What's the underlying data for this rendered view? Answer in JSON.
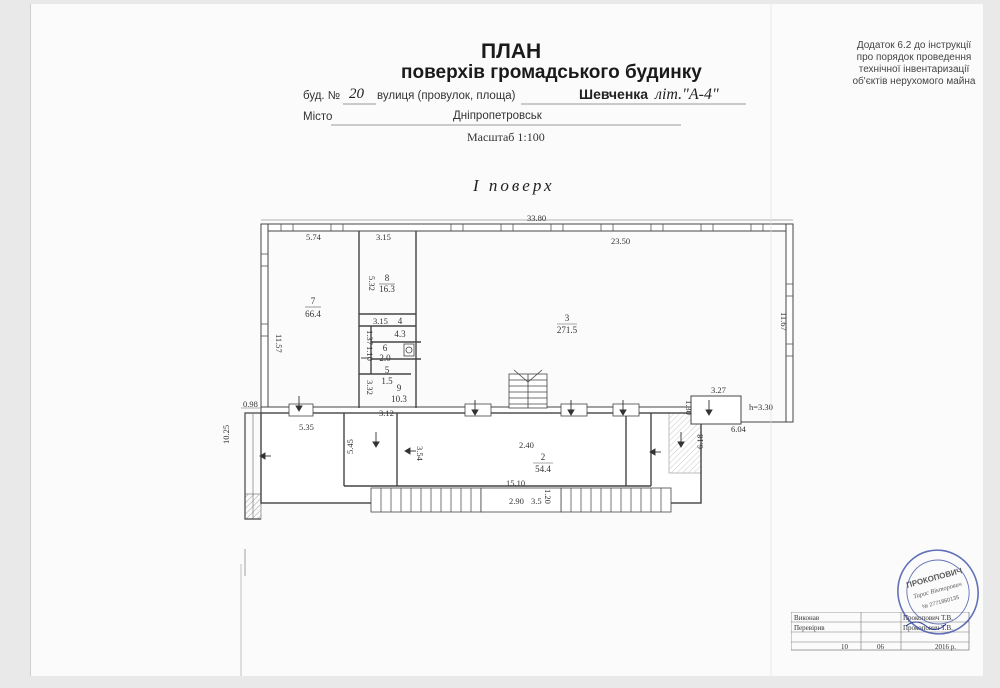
{
  "corner_note": {
    "line1": "Додаток 6.2 до інструкції",
    "line2": "про  порядок проведення",
    "line3": "технічної  інвентаризації",
    "line4": "об'єктів нерухомого майна"
  },
  "title": {
    "line1": "ПЛАН",
    "line2": "поверхів громадського будинку"
  },
  "address": {
    "bud_label": "буд. №",
    "bud_value": "20",
    "street_label": "вулиця (провулок, площа)",
    "street_value": "Шевченка",
    "lit_value": "літ.\"А-4\"",
    "city_label": "Місто",
    "city_value": "Дніпропетровськ",
    "scale": "Масштаб 1:100"
  },
  "floor_label": "I поверх",
  "dimensions": {
    "total_width": "33.80",
    "top_left": "5.74",
    "top_mid": "3.15",
    "top_right": "23.50",
    "left_height": "11.57",
    "right_height": "11.67",
    "room8_h": "5.32",
    "room4_w": "3.15",
    "room4_h": "1.37",
    "room6_h": "1.10",
    "room9_h": "3.32",
    "room9_w": "3.12",
    "left_offset": "0.98",
    "lower_left_w": "5.35",
    "lower_left_h": "10.25",
    "vestibule_h": "5.45",
    "corridor_h": "3.54",
    "corridor_w": "2.40",
    "right_ext_w": "3.27",
    "right_ext_h": "1.30",
    "right_ext_h2": "h=3.30",
    "right_low_w": "6.04",
    "right_low_h": "6.18",
    "bottom_w": "15.10",
    "stair_w": "2.90",
    "stair_mid": "3.5",
    "stair_h": "1.20"
  },
  "rooms": [
    {
      "num": "7",
      "area": "66.4"
    },
    {
      "num": "8",
      "area": "16.3"
    },
    {
      "num": "3",
      "area": "271.5"
    },
    {
      "num": "4",
      "area": "4.3"
    },
    {
      "num": "6",
      "area": "2.0"
    },
    {
      "num": "5",
      "area": "1.5"
    },
    {
      "num": "9",
      "area": "10.3"
    },
    {
      "num": "2",
      "area": "54.4"
    }
  ],
  "stamp": {
    "name": "ПРОКОПОВИЧ",
    "name2": "Тарас Вікторович",
    "number": "№ 2771860135"
  },
  "signature_block": {
    "row1_label": "Виконав",
    "row1_name": "Прокопович Т.В.",
    "row2_label": "Перевірив",
    "row2_name": "Прокопович Т.В.",
    "date_day": "10",
    "date_month": "06",
    "date_year": "2016 р."
  }
}
